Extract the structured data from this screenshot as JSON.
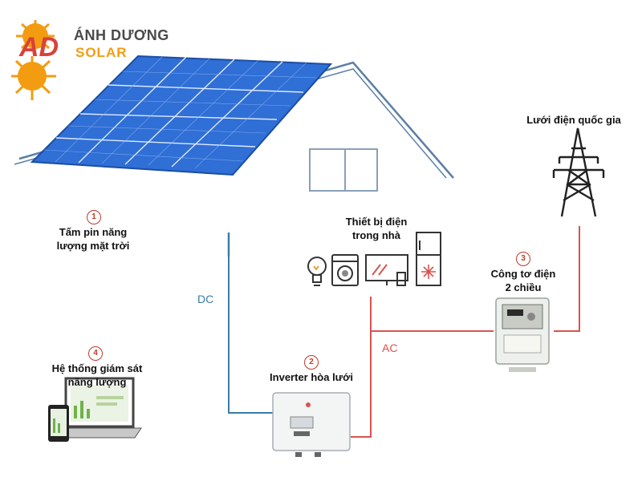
{
  "brand": {
    "name": "ÁNH DƯƠNG",
    "sub": "SOLAR",
    "mark": "AD"
  },
  "components": [
    {
      "num": "1",
      "line1": "Tấm pin năng",
      "line2": "lượng mặt trời"
    },
    {
      "num": "2",
      "line1": "Inverter hòa lưới",
      "line2": ""
    },
    {
      "num": "3",
      "line1": "Công tơ điện",
      "line2": "2 chiều"
    },
    {
      "num": "4",
      "line1": "Hệ thống giám sát",
      "line2": "năng lượng"
    }
  ],
  "appliances_label": {
    "line1": "Thiết bị điện",
    "line2": "trong nhà"
  },
  "grid_label": "Lưới điện quốc gia",
  "wires": {
    "dc": "DC",
    "ac": "AC"
  },
  "colors": {
    "dc": "#3a7ca5",
    "ac": "#d9534f",
    "panel": "#2f6fd6",
    "accent": "#c0392b",
    "brand": "#f39c12"
  }
}
